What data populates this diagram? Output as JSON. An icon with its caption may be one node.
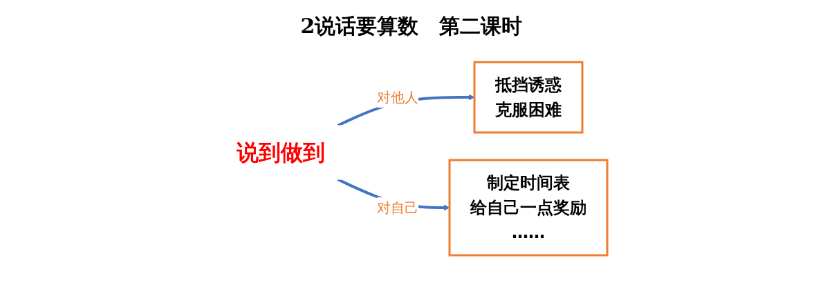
{
  "diagram": {
    "title": "2说话要算数　第二课时",
    "nodes": [
      {
        "text": [
          "抵挡诱惑",
          "克服困难"
        ]
      },
      {
        "text": [
          "说到做到"
        ]
      },
      {
        "text": [
          "制定时间表",
          "给自己一点奖励",
          "……"
        ]
      }
    ],
    "edges": [
      {
        "from": 1,
        "to": 0,
        "arrow": "to",
        "label": "对他人"
      },
      {
        "from": 1,
        "to": 2,
        "arrow": "to",
        "label": "对自己"
      }
    ]
  }
}
